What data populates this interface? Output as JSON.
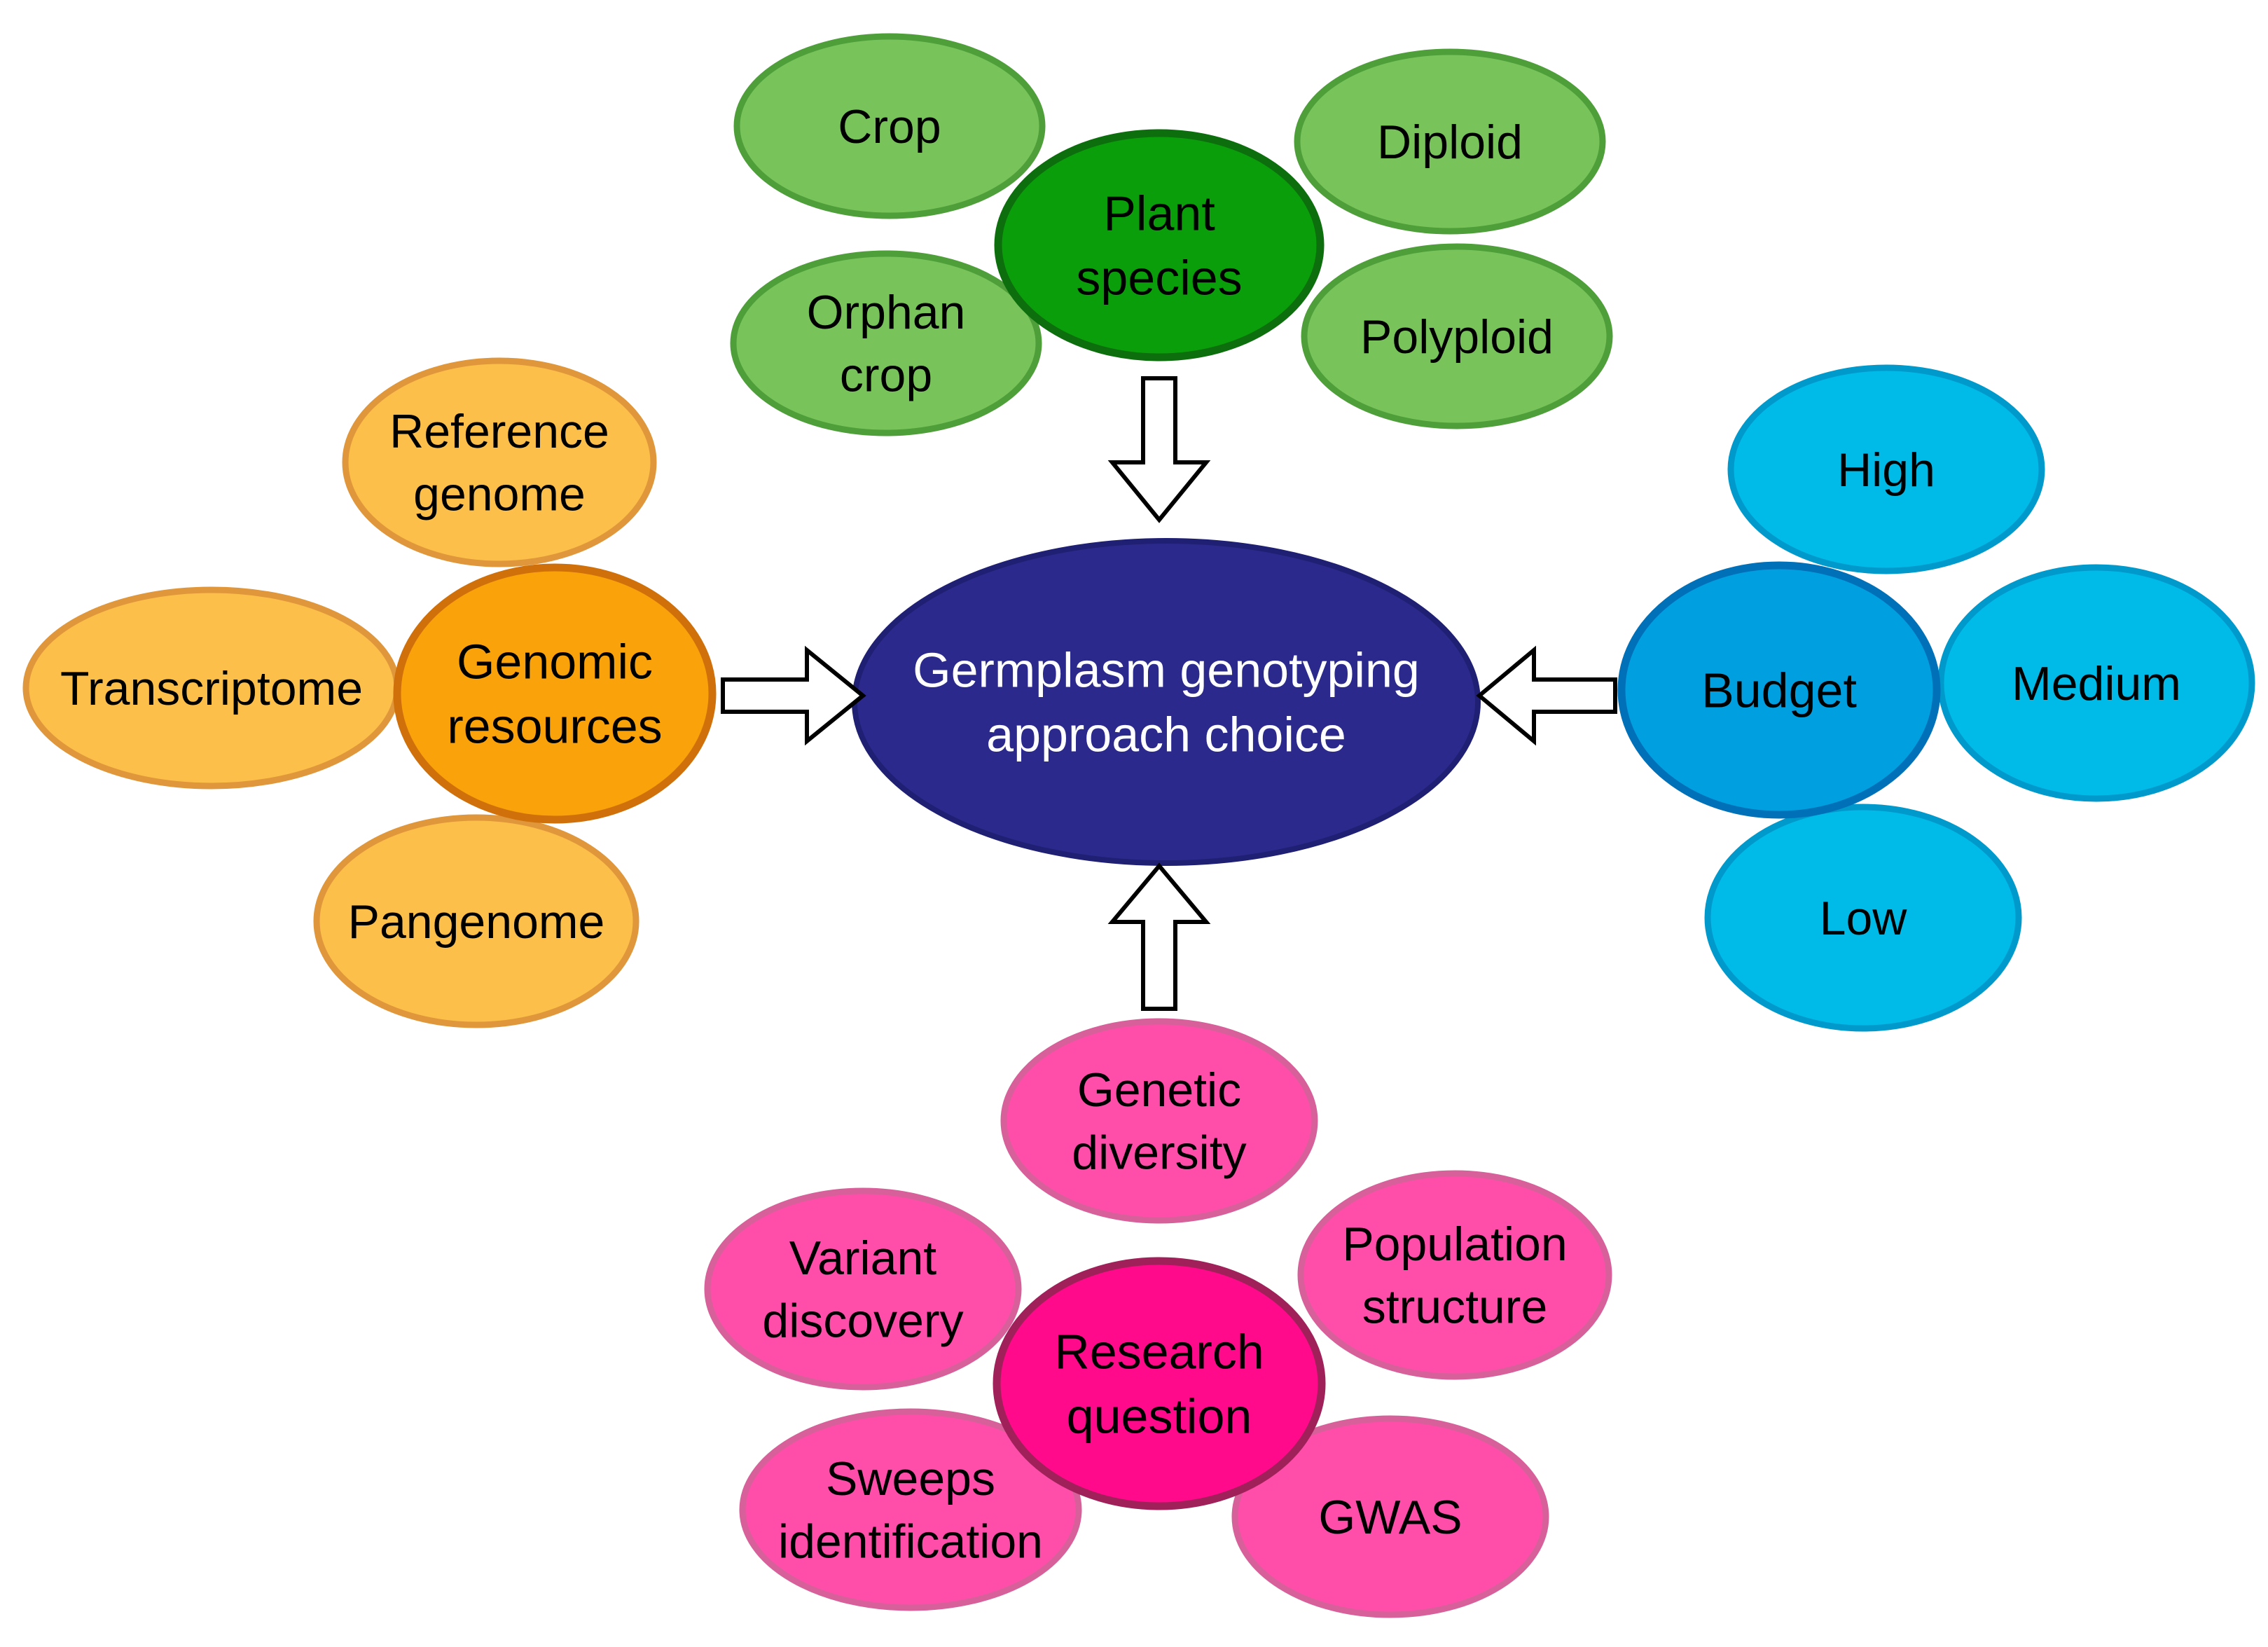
{
  "center": {
    "lines": [
      "Germplasm genotyping",
      "approach choice"
    ]
  },
  "groups": {
    "plant_species": {
      "hub": [
        "Plant",
        "species"
      ],
      "satellites": {
        "crop": [
          "Crop"
        ],
        "diploid": [
          "Diploid"
        ],
        "orphan_crop": [
          "Orphan",
          "crop"
        ],
        "polyploid": [
          "Polyploid"
        ]
      }
    },
    "genomic_resources": {
      "hub": [
        "Genomic",
        "resources"
      ],
      "satellites": {
        "reference_genome": [
          "Reference",
          "genome"
        ],
        "transcriptome": [
          "Transcriptome"
        ],
        "pangenome": [
          "Pangenome"
        ]
      }
    },
    "budget": {
      "hub": [
        "Budget"
      ],
      "satellites": {
        "high": [
          "High"
        ],
        "medium": [
          "Medium"
        ],
        "low": [
          "Low"
        ]
      }
    },
    "research_question": {
      "hub": [
        "Research",
        "question"
      ],
      "satellites": {
        "genetic_diversity": [
          "Genetic",
          "diversity"
        ],
        "variant_discovery": [
          "Variant",
          "discovery"
        ],
        "population_structure": [
          "Population",
          "structure"
        ],
        "sweeps_identification": [
          "Sweeps",
          "identification"
        ],
        "gwas": [
          "GWAS"
        ]
      }
    }
  },
  "colors": {
    "center_fill": "#2b2a8c",
    "center_stroke": "#1f1f73",
    "green_sat_fill": "#78c45a",
    "green_sat_stroke": "#4e9e3a",
    "green_hub_fill": "#0a9e0a",
    "green_hub_stroke": "#0c6e0c",
    "orange_sat_fill": "#fbbf4a",
    "orange_sat_stroke": "#e0963a",
    "orange_hub_fill": "#faa20a",
    "orange_hub_stroke": "#d0700a",
    "blue_sat_fill": "#00bbe8",
    "blue_sat_stroke": "#0099cc",
    "blue_hub_fill": "#00a0e0",
    "blue_hub_stroke": "#0070b8",
    "pink_sat_fill": "#ff4eaa",
    "pink_sat_stroke": "#d8609a",
    "pink_hub_fill": "#ff0a8a",
    "pink_hub_stroke": "#a0205a"
  },
  "icons": {
    "arrow_top": "hollow-arrow-down",
    "arrow_left": "hollow-arrow-right",
    "arrow_right": "hollow-arrow-left",
    "arrow_bottom": "hollow-arrow-up"
  }
}
